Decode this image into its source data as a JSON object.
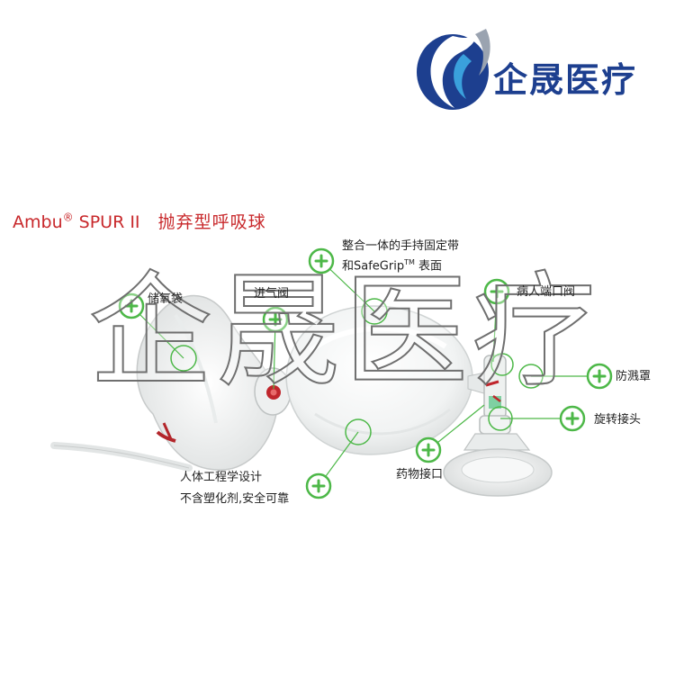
{
  "logo": {
    "brand_text": "企晟医疗",
    "icon": "swirl-logo-icon",
    "colors": {
      "primary": "#1d3f8f",
      "accent": "#3aa0dc"
    }
  },
  "product": {
    "brand": "Ambu",
    "registered_mark": "®",
    "model": "SPUR II",
    "name_cn": "抛弃型呼吸球",
    "title_color": "#c8282b"
  },
  "callouts": {
    "reservoir_bag": "储氧袋",
    "intake_valve": "进气阀",
    "integrated_strap_line1": "整合一体的手持固定带",
    "integrated_strap_line2_prefix": "和SafeGrip",
    "integrated_strap_tm": "TM",
    "integrated_strap_line2_suffix": " 表面",
    "patient_valve": "病人端口阀",
    "splash_guard": "防溅罩",
    "swivel_connector": "旋转接头",
    "medication_port": "药物接口",
    "ergonomic_line1": "人体工程学设计",
    "ergonomic_line2": "不含塑化剂,安全可靠"
  },
  "marker": {
    "icon": "plus-circle-icon",
    "color": "#4db848"
  },
  "watermark": {
    "text": "企晟医疗"
  }
}
